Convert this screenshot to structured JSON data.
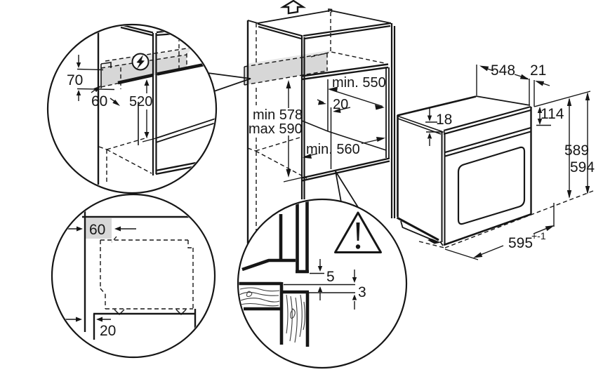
{
  "title": "Built-in oven installation dimensions diagram",
  "colors": {
    "ink": "#161616",
    "background": "#ffffff",
    "zone_fill": "#d7d7d7",
    "zone_top_fill": "#e7e7e7",
    "shadow_fill": "#ebebeb"
  },
  "detail_connection_zone": {
    "zone_height": "70",
    "zone_depth": "60",
    "zone_to_shelf": "520"
  },
  "detail_front_view": {
    "zone_width": "60",
    "plinth_recess": "20"
  },
  "cabinet_niche": {
    "niche_depth": "min. 550",
    "rear_gap": "20",
    "niche_height_min": "min 578",
    "niche_height_max": "max 590",
    "niche_width": "min. 560"
  },
  "detail_gap": {
    "front_clearance": "5",
    "panel_clearance": "3"
  },
  "oven": {
    "body_depth": "548",
    "frame_overhang": "21",
    "top_recess": "18",
    "control_panel_height": "114",
    "body_height": "589",
    "frame_height": "594",
    "frame_width": "595",
    "frame_width_tolerance": "+-1"
  },
  "icons": [
    "electrical-connection-icon",
    "warning-triangle-icon",
    "remove-upward-arrow-icon"
  ]
}
